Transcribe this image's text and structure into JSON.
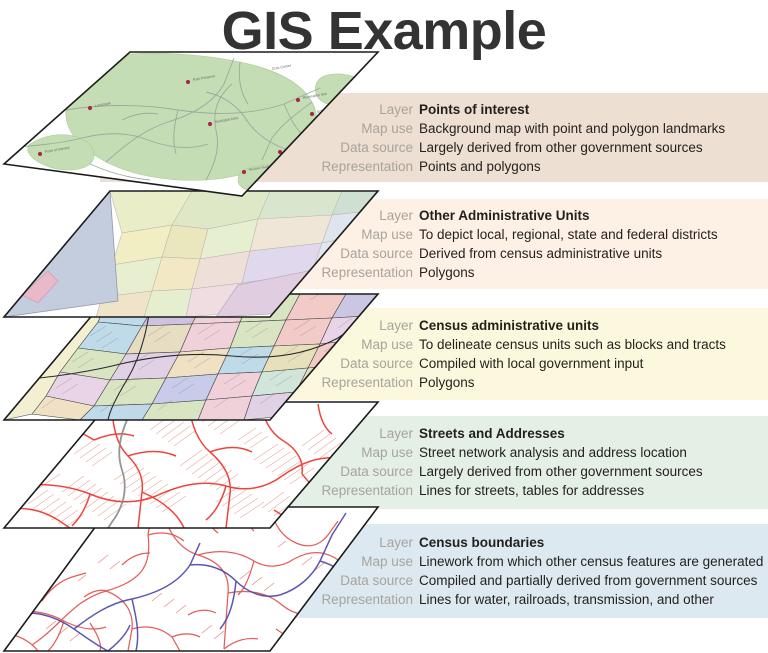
{
  "title": "GIS Example",
  "labels": {
    "layer": "Layer",
    "map_use": "Map use",
    "data_source": "Data source",
    "representation": "Representation"
  },
  "colors": {
    "panel_1": "#eddfd1",
    "panel_2": "#fdf1e6",
    "panel_3": "#fbf8dd",
    "panel_4": "#e4efe6",
    "panel_5": "#dce9f1",
    "label_text": "#a8a39c",
    "value_text": "#231f1c",
    "title_text": "#333333",
    "plate_border": "#1b1b1b"
  },
  "layers": [
    {
      "id": "points-of-interest",
      "layer": "Points of interest",
      "map_use": "Background map with point and polygon landmarks",
      "data_source": "Largely derived from other government sources",
      "representation": "Points and polygons",
      "panel_color": "#eddfd1"
    },
    {
      "id": "other-administrative-units",
      "layer": "Other Administrative Units",
      "map_use": "To depict local, regional, state and federal districts",
      "data_source": "Derived from census administrative units",
      "representation": "Polygons",
      "panel_color": "#fdf1e6"
    },
    {
      "id": "census-administrative-units",
      "layer": "Census administrative units",
      "map_use": "To delineate census units such as blocks and tracts",
      "data_source": "Compiled with local government input",
      "representation": "Polygons",
      "panel_color": "#fbf8dd"
    },
    {
      "id": "streets-and-addresses",
      "layer": "Streets and Addresses",
      "map_use": "Street network analysis and address location",
      "data_source": "Largely derived from other government sources",
      "representation": "Lines for streets, tables for addresses",
      "panel_color": "#e4efe6"
    },
    {
      "id": "census-boundaries",
      "layer": "Census boundaries",
      "map_use": "Linework from which other census features are generated",
      "data_source": "Compiled and partially derived from government sources",
      "representation": "Lines for water, railroads, transmission, and other",
      "panel_color": "#dce9f1"
    }
  ]
}
